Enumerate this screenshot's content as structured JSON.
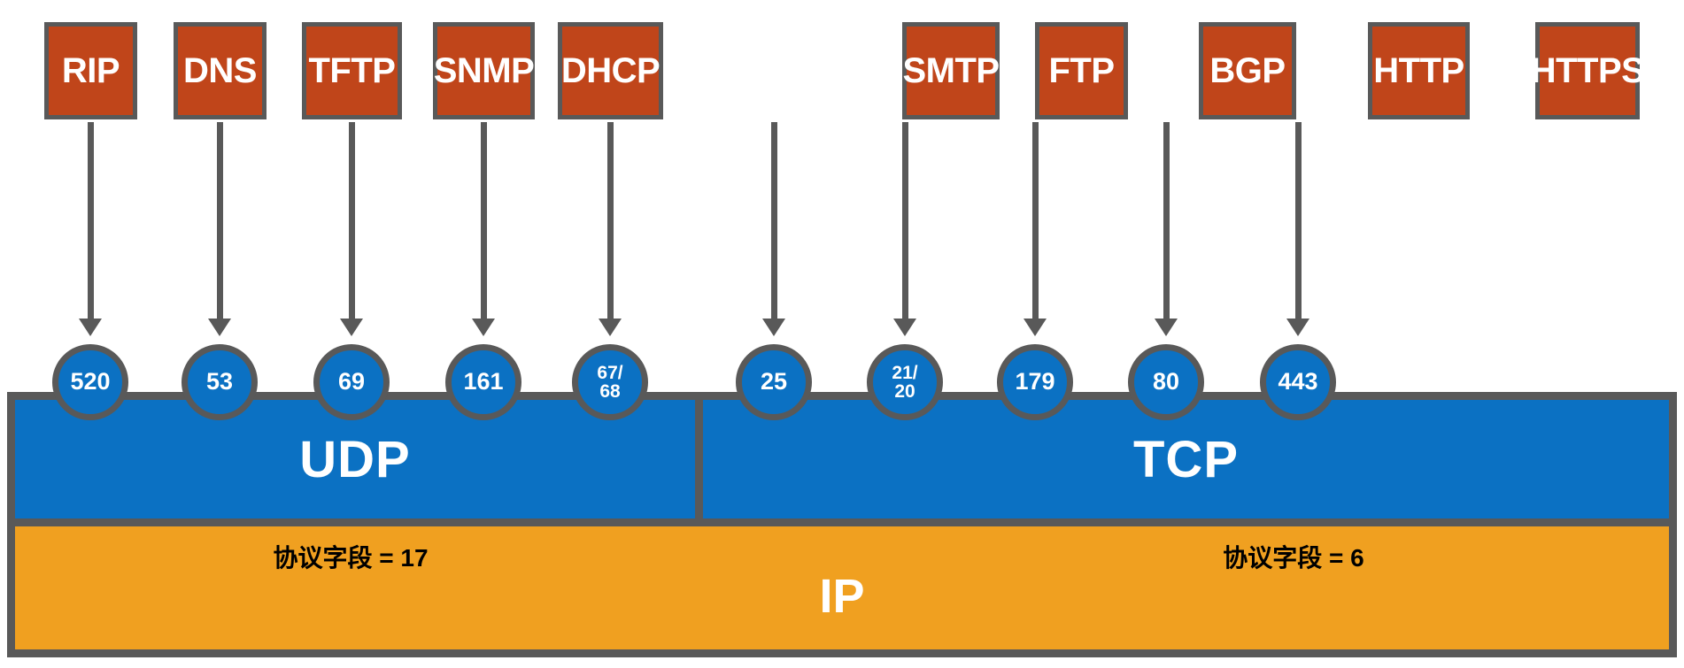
{
  "diagram": {
    "title_present": false,
    "colors": {
      "protocol_box": "#c0451a",
      "transport_band": "#0b71c3",
      "ip_band": "#f0a020",
      "outline": "#595959",
      "text_light": "#ffffff",
      "text_dark": "#000000"
    },
    "udp": {
      "label": "UDP",
      "protocol_field_text": "协议字段 = 17",
      "protocols": [
        {
          "name": "RIP",
          "port": "520",
          "port_line1": "520",
          "port_line2": ""
        },
        {
          "name": "DNS",
          "port": "53",
          "port_line1": "53",
          "port_line2": ""
        },
        {
          "name": "TFTP",
          "port": "69",
          "port_line1": "69",
          "port_line2": ""
        },
        {
          "name": "SNMP",
          "port": "161",
          "port_line1": "161",
          "port_line2": ""
        },
        {
          "name": "DHCP",
          "port": "67/68",
          "port_line1": "67/",
          "port_line2": "68"
        }
      ]
    },
    "tcp": {
      "label": "TCP",
      "protocol_field_text": "协议字段 = 6",
      "protocols": [
        {
          "name": "SMTP",
          "port": "25",
          "port_line1": "25",
          "port_line2": ""
        },
        {
          "name": "FTP",
          "port": "21/20",
          "port_line1": "21/",
          "port_line2": "20"
        },
        {
          "name": "BGP",
          "port": "179",
          "port_line1": "179",
          "port_line2": ""
        },
        {
          "name": "HTTP",
          "port": "80",
          "port_line1": "80",
          "port_line2": ""
        },
        {
          "name": "HTTPS",
          "port": "443",
          "port_line1": "443",
          "port_line2": ""
        }
      ]
    },
    "network": {
      "label": "IP"
    }
  }
}
